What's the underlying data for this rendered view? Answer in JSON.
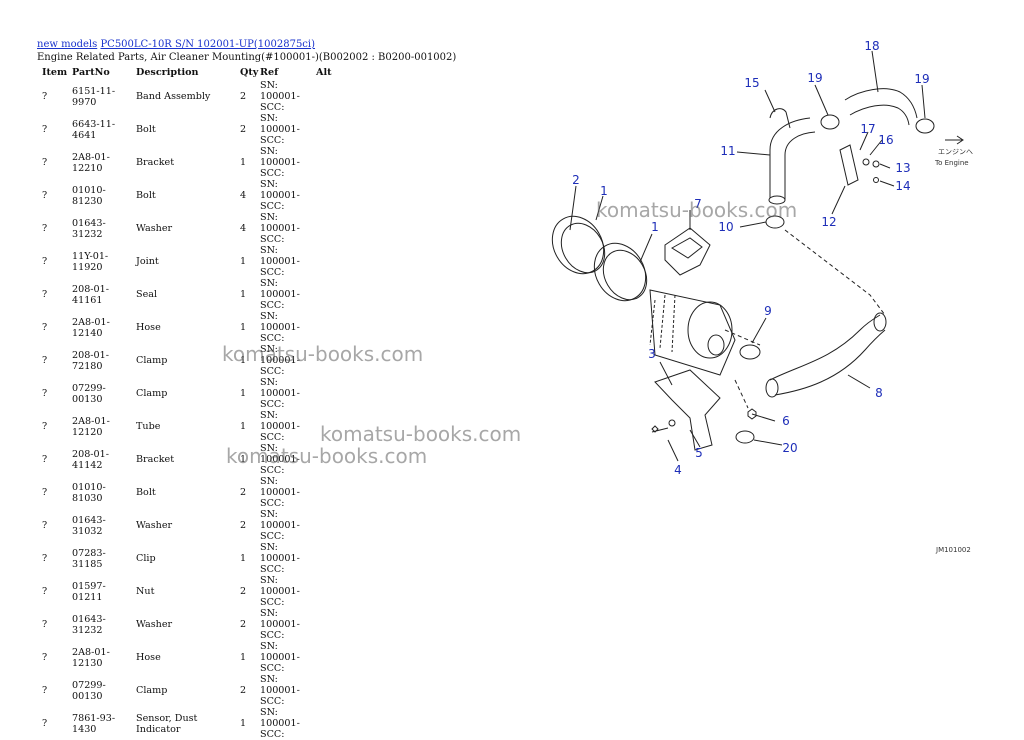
{
  "breadcrumb": {
    "link1": "new models",
    "link2": "PC500LC-10R S/N 102001-UP(1002875ci)"
  },
  "subtitle": "Engine Related Parts, Air Cleaner Mounting(#100001-)(B002002 : B0200-001002)",
  "table": {
    "headers": [
      "Item",
      "PartNo",
      "Description",
      "Qty",
      "Ref",
      "Alt"
    ],
    "rows": [
      {
        "item": "?",
        "partno": "6151-11-9970",
        "desc": "Band Assembly",
        "qty": "2",
        "ref1": "SN: 100001-",
        "ref2": "SCC:"
      },
      {
        "item": "?",
        "partno": "6643-11-4641",
        "desc": "Bolt",
        "qty": "2",
        "ref1": "SN: 100001-",
        "ref2": "SCC:"
      },
      {
        "item": "?",
        "partno": "2A8-01-12210",
        "desc": "Bracket",
        "qty": "1",
        "ref1": "SN: 100001-",
        "ref2": "SCC:"
      },
      {
        "item": "?",
        "partno": "01010-81230",
        "desc": "Bolt",
        "qty": "4",
        "ref1": "SN: 100001-",
        "ref2": "SCC:"
      },
      {
        "item": "?",
        "partno": "01643-31232",
        "desc": "Washer",
        "qty": "4",
        "ref1": "SN: 100001-",
        "ref2": "SCC:"
      },
      {
        "item": "?",
        "partno": "11Y-01-11920",
        "desc": "Joint",
        "qty": "1",
        "ref1": "SN: 100001-",
        "ref2": "SCC:"
      },
      {
        "item": "?",
        "partno": "208-01-41161",
        "desc": "Seal",
        "qty": "1",
        "ref1": "SN: 100001-",
        "ref2": "SCC:"
      },
      {
        "item": "?",
        "partno": "2A8-01-12140",
        "desc": "Hose",
        "qty": "1",
        "ref1": "SN: 100001-",
        "ref2": "SCC:"
      },
      {
        "item": "?",
        "partno": "208-01-72180",
        "desc": "Clamp",
        "qty": "1",
        "ref1": "SN: 100001-",
        "ref2": "SCC:"
      },
      {
        "item": "?",
        "partno": "07299-00130",
        "desc": "Clamp",
        "qty": "1",
        "ref1": "SN: 100001-",
        "ref2": "SCC:"
      },
      {
        "item": "?",
        "partno": "2A8-01-12120",
        "desc": "Tube",
        "qty": "1",
        "ref1": "SN: 100001-",
        "ref2": "SCC:"
      },
      {
        "item": "?",
        "partno": "208-01-41142",
        "desc": "Bracket",
        "qty": "1",
        "ref1": "SN: 100001-",
        "ref2": "SCC:"
      },
      {
        "item": "?",
        "partno": "01010-81030",
        "desc": "Bolt",
        "qty": "2",
        "ref1": "SN: 100001-",
        "ref2": "SCC:"
      },
      {
        "item": "?",
        "partno": "01643-31032",
        "desc": "Washer",
        "qty": "2",
        "ref1": "SN: 100001-",
        "ref2": "SCC:"
      },
      {
        "item": "?",
        "partno": "07283-31185",
        "desc": "Clip",
        "qty": "1",
        "ref1": "SN: 100001-",
        "ref2": "SCC:"
      },
      {
        "item": "?",
        "partno": "01597-01211",
        "desc": "Nut",
        "qty": "2",
        "ref1": "SN: 100001-",
        "ref2": "SCC:"
      },
      {
        "item": "?",
        "partno": "01643-31232",
        "desc": "Washer",
        "qty": "2",
        "ref1": "SN: 100001-",
        "ref2": "SCC:"
      },
      {
        "item": "?",
        "partno": "2A8-01-12130",
        "desc": "Hose",
        "qty": "1",
        "ref1": "SN: 100001-",
        "ref2": "SCC:"
      },
      {
        "item": "?",
        "partno": "07299-00130",
        "desc": "Clamp",
        "qty": "2",
        "ref1": "SN: 100001-",
        "ref2": "SCC:"
      },
      {
        "item": "?",
        "partno": "7861-93-1430",
        "desc": "Sensor, Dust Indicator",
        "qty": "1",
        "ref1": "SN: 100001-",
        "ref2": "SCC:"
      }
    ]
  },
  "watermark": "komatsu-books.com",
  "diagram": {
    "callouts": [
      "1",
      "2",
      "1",
      "7",
      "3",
      "4",
      "5",
      "6",
      "20",
      "8",
      "9",
      "10",
      "11",
      "12",
      "13",
      "14",
      "15",
      "16",
      "17",
      "18",
      "19",
      "19"
    ],
    "to_engine_jp": "エンジンへ",
    "to_engine": "To Engine",
    "figure_code": "JM101002"
  },
  "colors": {
    "link": "#1a33cc",
    "callout": "#1e2eb8"
  }
}
